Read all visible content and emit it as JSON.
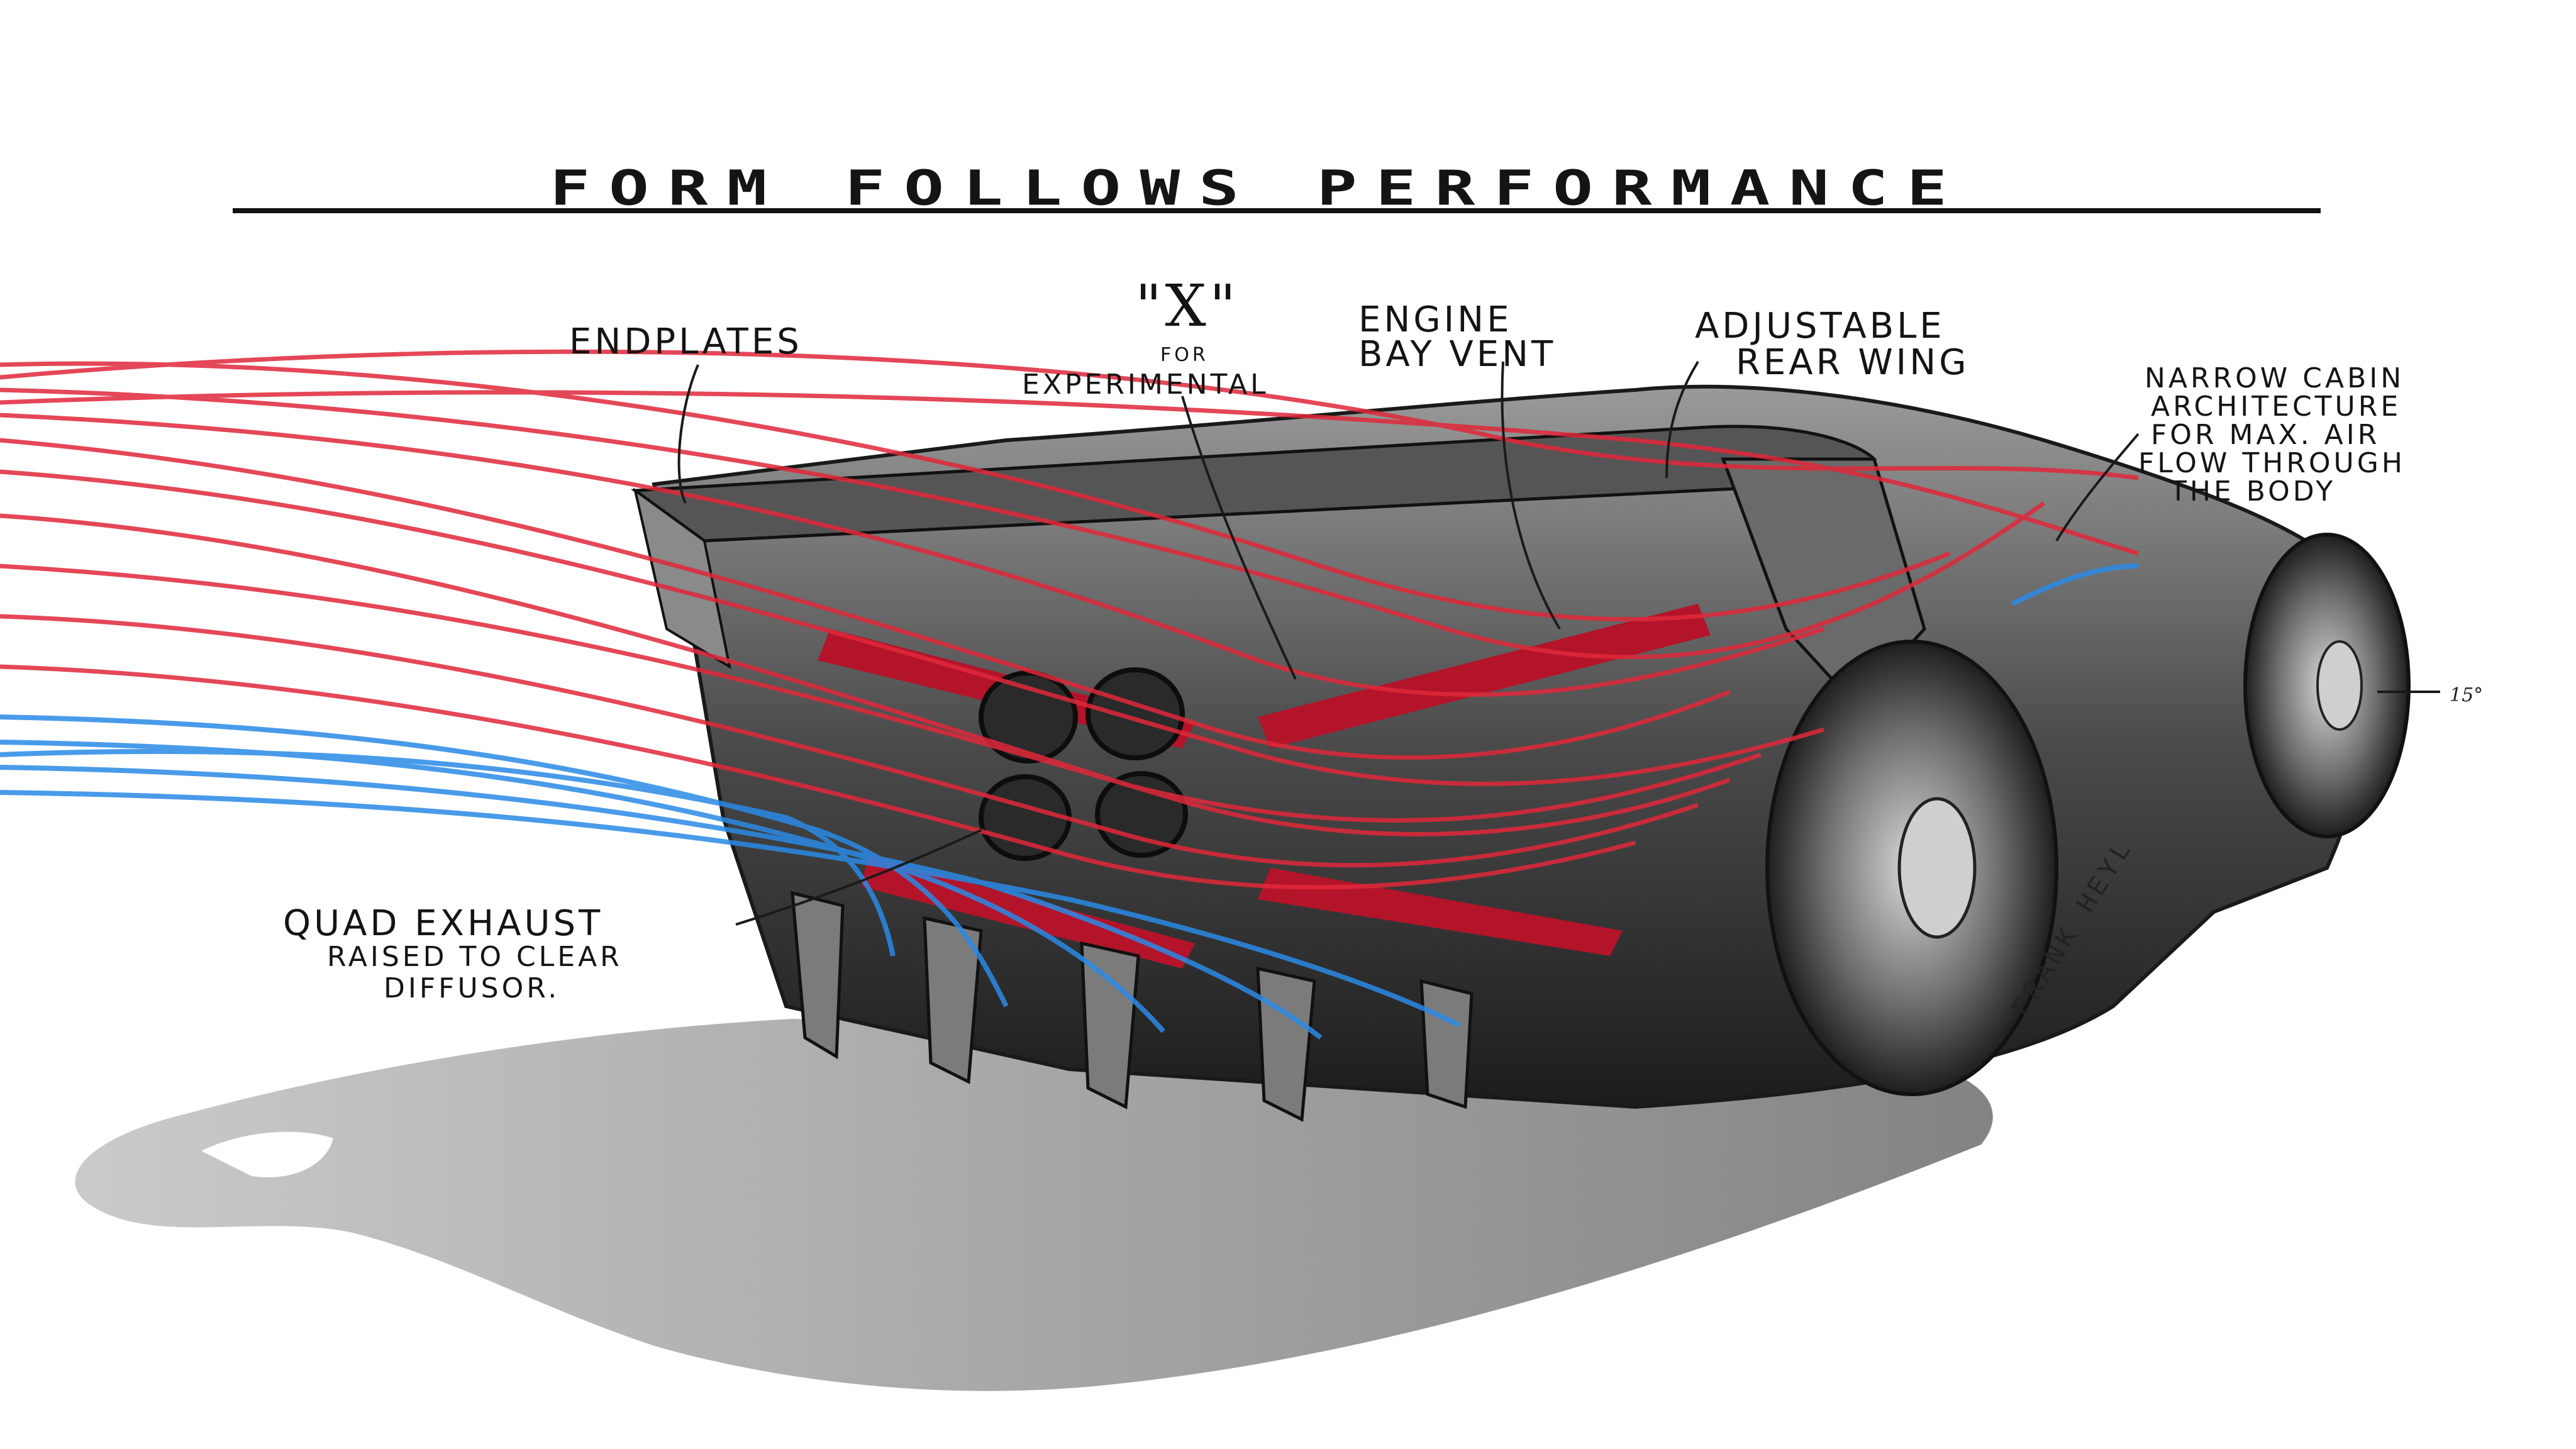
{
  "title": "FORM FOLLOWS PERFORMANCE",
  "callouts": {
    "endplates": "ENDPLATES",
    "x_mark": "\"X\"",
    "x_for": "FOR",
    "x_experimental": "EXPERIMENTAL",
    "engine_line1": "ENGINE",
    "engine_line2": "BAY VENT",
    "wing_line1": "ADJUSTABLE",
    "wing_line2": "REAR WING",
    "cabin_line1": "NARROW CABIN",
    "cabin_line2": "ARCHITECTURE",
    "cabin_line3": "FOR MAX. AIR",
    "cabin_line4": "FLOW THROUGH",
    "cabin_line5": "THE BODY",
    "exhaust_line1": "QUAD EXHAUST",
    "exhaust_line2": "RAISED TO CLEAR",
    "exhaust_line3": "DIFFUSOR."
  },
  "angle_mark": "15°",
  "signature": "FRANK HEYL",
  "colors": {
    "airflow_hot": "#e0283a",
    "airflow_cool": "#2a8ae6",
    "body": "#3a3a3a",
    "ink": "#141414"
  }
}
